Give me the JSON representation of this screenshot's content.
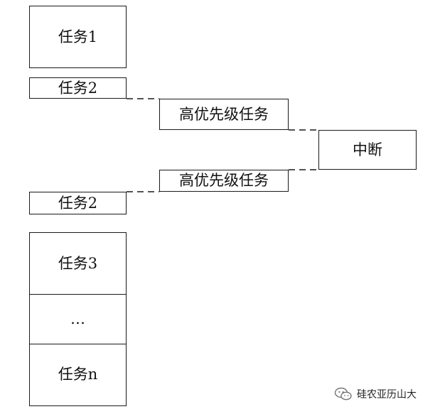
{
  "diagram": {
    "task1": "任务1",
    "task2_before": "任务2",
    "high_priority_1": "高优先级任务",
    "interrupt": "中断",
    "high_priority_2": "高优先级任务",
    "task2_after": "任务2",
    "task3": "任务3",
    "ellipsis": "…",
    "task_n": "任务n"
  },
  "watermark": {
    "text": "硅农亚历山大",
    "icon": "wechat-icon"
  }
}
